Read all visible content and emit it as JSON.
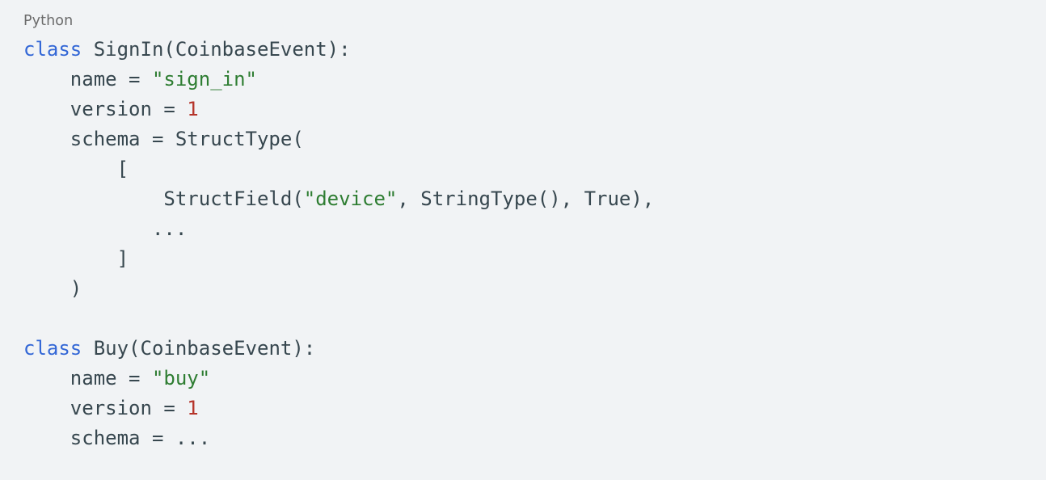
{
  "snippet": {
    "language_label": "Python",
    "background_color": "#f1f3f5",
    "colors": {
      "default_text": "#37474f",
      "keyword": "#3367d6",
      "string": "#2e7d32",
      "number": "#b5342a",
      "label": "#6b6b6b"
    },
    "lines": [
      {
        "index": 0,
        "text": "class SignIn(CoinbaseEvent):",
        "tokens": [
          {
            "t": "class",
            "k": "kw"
          },
          {
            "t": " SignIn(CoinbaseEvent):",
            "k": "def"
          }
        ]
      },
      {
        "index": 1,
        "text": "    name = \"sign_in\"",
        "tokens": [
          {
            "t": "    name = ",
            "k": "def"
          },
          {
            "t": "\"sign_in\"",
            "k": "str"
          }
        ]
      },
      {
        "index": 2,
        "text": "    version = 1",
        "tokens": [
          {
            "t": "    version = ",
            "k": "def"
          },
          {
            "t": "1",
            "k": "num"
          }
        ]
      },
      {
        "index": 3,
        "text": "    schema = StructType(",
        "tokens": [
          {
            "t": "    schema = StructType(",
            "k": "def"
          }
        ]
      },
      {
        "index": 4,
        "text": "        [",
        "tokens": [
          {
            "t": "        [",
            "k": "def"
          }
        ]
      },
      {
        "index": 5,
        "text": "            StructField(\"device\", StringType(), True),",
        "tokens": [
          {
            "t": "            StructField(",
            "k": "def"
          },
          {
            "t": "\"device\"",
            "k": "str"
          },
          {
            "t": ", StringType(), True),",
            "k": "def"
          }
        ]
      },
      {
        "index": 6,
        "text": "           ...",
        "tokens": [
          {
            "t": "           ...",
            "k": "def"
          }
        ]
      },
      {
        "index": 7,
        "text": "        ]",
        "tokens": [
          {
            "t": "        ]",
            "k": "def"
          }
        ]
      },
      {
        "index": 8,
        "text": "    )",
        "tokens": [
          {
            "t": "    )",
            "k": "def"
          }
        ]
      },
      {
        "index": 9,
        "text": "",
        "tokens": []
      },
      {
        "index": 10,
        "text": "class Buy(CoinbaseEvent):",
        "tokens": [
          {
            "t": "class",
            "k": "kw"
          },
          {
            "t": " Buy(CoinbaseEvent):",
            "k": "def"
          }
        ]
      },
      {
        "index": 11,
        "text": "    name = \"buy\"",
        "tokens": [
          {
            "t": "    name = ",
            "k": "def"
          },
          {
            "t": "\"buy\"",
            "k": "str"
          }
        ]
      },
      {
        "index": 12,
        "text": "    version = 1",
        "tokens": [
          {
            "t": "    version = ",
            "k": "def"
          },
          {
            "t": "1",
            "k": "num"
          }
        ]
      },
      {
        "index": 13,
        "text": "    schema = ...",
        "tokens": [
          {
            "t": "    schema = ...",
            "k": "def"
          }
        ]
      }
    ]
  }
}
